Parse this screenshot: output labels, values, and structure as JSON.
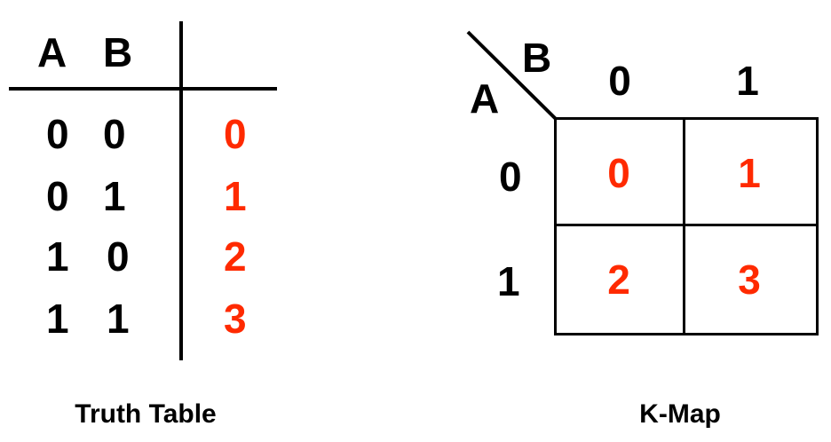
{
  "truth_table": {
    "headers": [
      "A",
      "B"
    ],
    "rows": [
      {
        "a": "0",
        "b": "0",
        "index": "0"
      },
      {
        "a": "0",
        "b": "1",
        "index": "1"
      },
      {
        "a": "1",
        "b": "0",
        "index": "2"
      },
      {
        "a": "1",
        "b": "1",
        "index": "3"
      }
    ],
    "caption": "Truth Table"
  },
  "kmap": {
    "row_var": "A",
    "col_var": "B",
    "col_labels": [
      "0",
      "1"
    ],
    "row_labels": [
      "0",
      "1"
    ],
    "cells": [
      [
        "0",
        "1"
      ],
      [
        "2",
        "3"
      ]
    ],
    "caption": "K-Map"
  },
  "colors": {
    "index_red": "#ff2a00",
    "lines": "#000000"
  }
}
